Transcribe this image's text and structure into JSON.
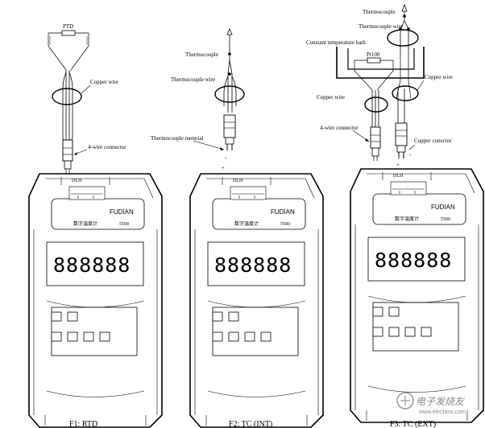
{
  "panels": [
    {
      "id": "f1",
      "caption": "F1:  RTD",
      "labels": [
        "PTD",
        "Copper wire",
        "4-wire connector"
      ],
      "meter": {
        "brand": "FUDIAN",
        "chinese": "数字温度计",
        "model": "5500",
        "display": "888888",
        "port": "DLH"
      }
    },
    {
      "id": "f2",
      "caption": "F2:  TC (INT)",
      "labels": [
        "Thermocouple",
        "Thermocouple  wire",
        "Thermocouple  meterial",
        "-",
        "+"
      ],
      "meter": {
        "brand": "FUDIAN",
        "chinese": "数字温度计",
        "model": "5500",
        "display": "888888",
        "port": "DLH"
      }
    },
    {
      "id": "f3",
      "caption": "F3:  TC (EXT)",
      "labels": [
        "Thermocouple",
        "Thermocouple  wire",
        "Constant temperature bath",
        "Pt100",
        "Copper wire",
        "Copper wire",
        "4-wire connector",
        "Copper conector",
        "-",
        "+"
      ],
      "meter": {
        "brand": "FUDIAN",
        "chinese": "数字温度计",
        "model": "5500",
        "display": "888888",
        "port": "DLH"
      }
    }
  ],
  "watermark": {
    "text": "电子发烧友",
    "url": "www.elecfans.com"
  }
}
